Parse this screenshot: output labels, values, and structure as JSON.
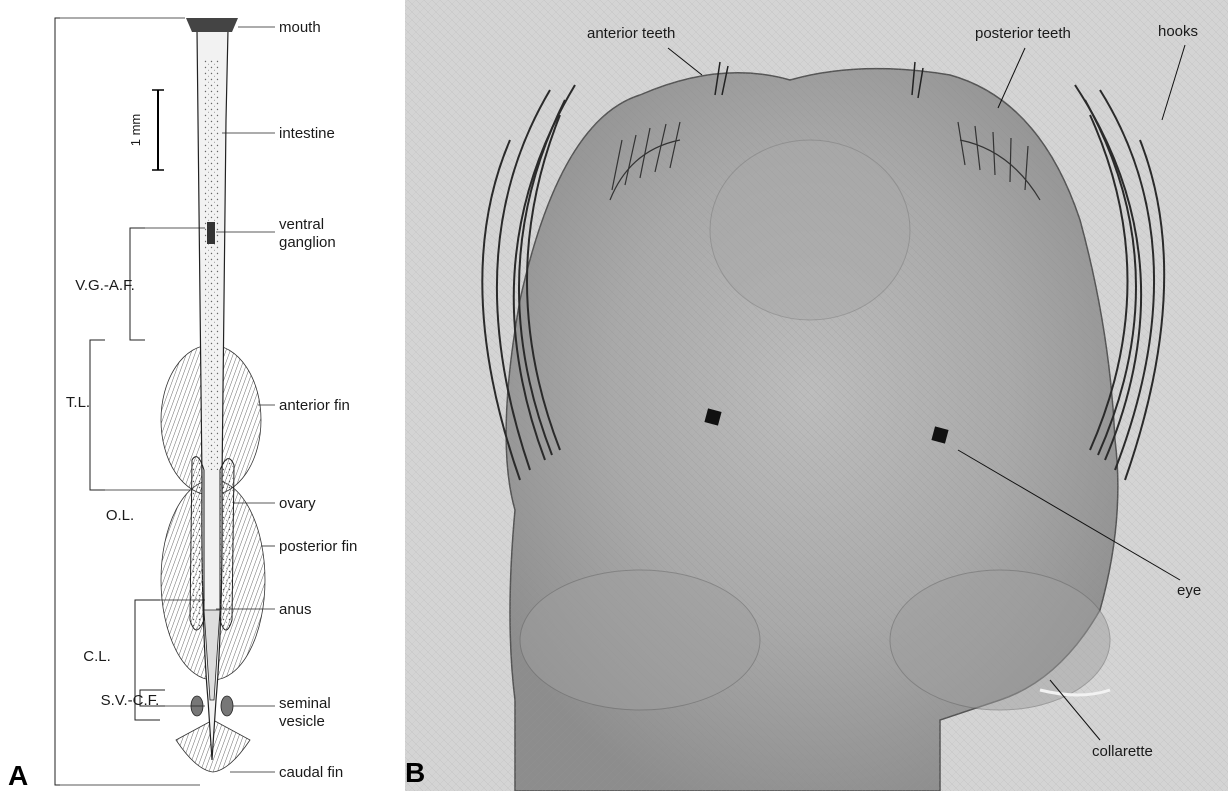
{
  "panel_a": {
    "letter": "A",
    "scale_bar": "1 mm",
    "labels": {
      "mouth": "mouth",
      "intestine": "intestine",
      "ventral_ganglion_1": "ventral",
      "ventral_ganglion_2": "ganglion",
      "anterior_fin": "anterior fin",
      "ovary": "ovary",
      "posterior_fin": "posterior fin",
      "anus": "anus",
      "seminal_vesicle_1": "seminal",
      "seminal_vesicle_2": "vesicle",
      "caudal_fin": "caudal fin"
    },
    "measures": {
      "vg_af": "V.G.-A.F.",
      "tl": "T.L.",
      "ol": "O.L.",
      "cl": "C.L.",
      "sv_cf": "S.V.-C.F."
    }
  },
  "panel_b": {
    "letter": "B",
    "labels": {
      "anterior_teeth": "anterior teeth",
      "posterior_teeth": "posterior teeth",
      "hooks": "hooks",
      "eye": "eye",
      "collarette": "collarette"
    }
  }
}
